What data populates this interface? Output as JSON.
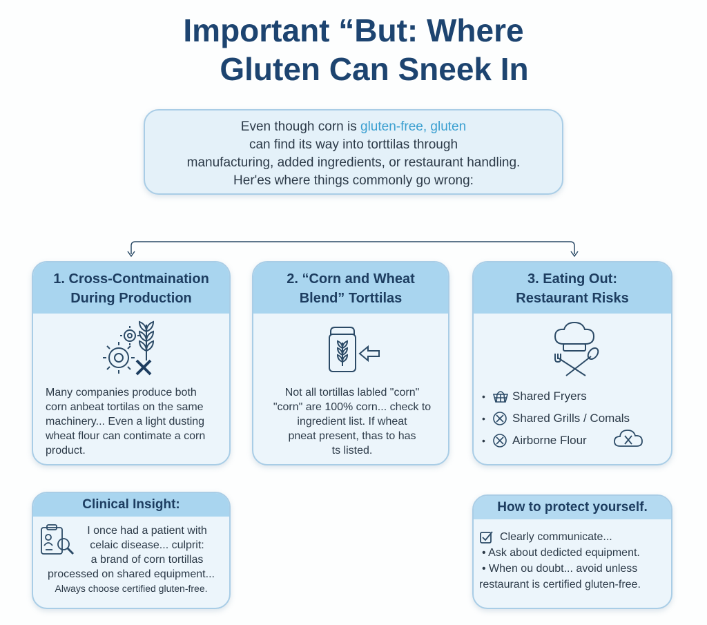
{
  "title": {
    "line1": "Important “But: Where",
    "line2": "Gluten Can Sneek In"
  },
  "intro": {
    "line1_a": "Even though corn is ",
    "line1_b": "gluten-free, gluten",
    "line2": "can find its way into torttilas through",
    "line3": "manufacturing, added ingredients, or restaurant handling.",
    "line4": "Her'es where things commonly go wrong:"
  },
  "cards": [
    {
      "title1": "1. Cross-Contmaination",
      "title2": "During Production",
      "icon": "gears-wheat-x-icon",
      "lines": [
        "Many companies produce both",
        "corn anbeat tortilas on the same",
        "machinery... Even a light dusting",
        "wheat flour can contimate a corn",
        "product."
      ]
    },
    {
      "title1": "2. “Corn and Wheat",
      "title2": "Blend” Torttilas",
      "icon": "package-wheat-arrow-icon",
      "lines": [
        "Not all tortillas labled \"corn\"",
        "\"corn\" are 100% corn... check to",
        "ingredient list. If wheat",
        "pneat present, thas to has",
        "ts listed."
      ]
    },
    {
      "title1": "3. Eating Out:",
      "title2": "Restaurant Risks",
      "icon": "chef-hat-utensils-icon",
      "risks": [
        {
          "label": "Shared Fryers",
          "icon": "fryer-basket-icon"
        },
        {
          "label": "Shared Grills / Comals",
          "icon": "circle-x-icon"
        },
        {
          "label": "Airborne Flour",
          "icon": "circle-x-icon"
        }
      ],
      "extra_icon": "cloud-x-icon"
    }
  ],
  "clinical": {
    "title": "Clinical Insight:",
    "icon": "clipboard-magnifier-icon",
    "lines": [
      "I once had a patient with",
      "celaic disease... culprit:",
      "a brand of corn tortillas",
      "processed on shared equipment...",
      "Always choose certified gluten-free."
    ]
  },
  "protect": {
    "title": "How to protect yourself.",
    "check_icon": "checkbox-icon",
    "lines": [
      "Clearly communicate...",
      "• Ask about dedicted equipment.",
      "•  When ou doubt... avoid unless",
      "restaurant is certified gluten-free."
    ]
  },
  "colors": {
    "title": "#1d4470",
    "header": "#a9d5ef",
    "card_bg": "#ecf5fb",
    "highlight": "#3a9fd0",
    "icon": "#2b4a66"
  }
}
